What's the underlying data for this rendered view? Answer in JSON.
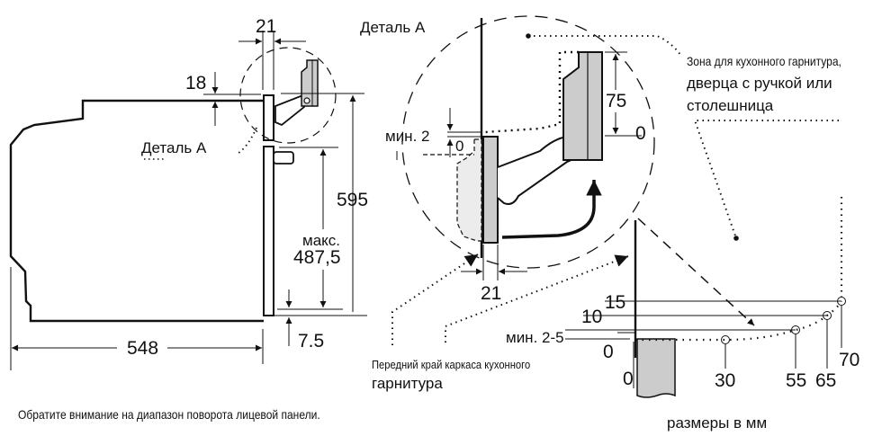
{
  "side_view": {
    "detail_label": "Деталь A",
    "dim_top_gap": "21",
    "dim_panel_offset": "18",
    "dim_height": "595",
    "dim_max_label": "макс.",
    "dim_max_value": "487,5",
    "dim_bottom": "7.5",
    "dim_depth": "548"
  },
  "detail_a": {
    "title": "Деталь A",
    "min_label": "мин. 2",
    "zero_left": "0",
    "dim_75": "75",
    "zero_right": "0",
    "dim_21": "21"
  },
  "zone_note": {
    "line1": "Зона для кухонного гарнитура,",
    "line2": "дверца с ручкой или",
    "line3": "столешница"
  },
  "front_edge_note": {
    "line1": "Передний край каркаса кухонного",
    "line2": "гарнитура"
  },
  "swing_chart": {
    "y_labels": [
      "15",
      "10",
      "мин. 2-5",
      "0"
    ],
    "x_labels": [
      "0",
      "30",
      "55",
      "65",
      "70"
    ]
  },
  "footer_note": "Обратите внимание на диапазон поворота лицевой панели.",
  "units_note": "размеры в мм",
  "colors": {
    "line": "#111111",
    "panel_fill": "#cccccc",
    "ghost_fill": "#ececec"
  }
}
